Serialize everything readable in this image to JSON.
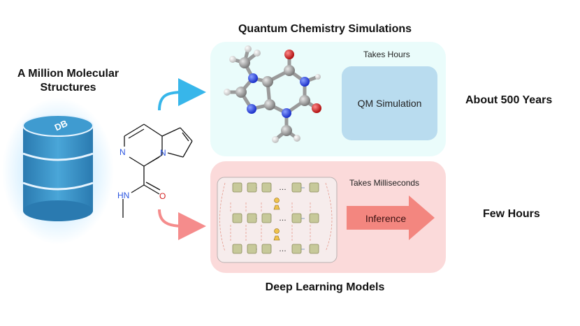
{
  "headings": {
    "left": "A Million Molecular Structures",
    "top": "Quantum Chemistry Simulations",
    "bottom": "Deep Learning Models"
  },
  "database": {
    "label": "DB",
    "icon": "database-icon"
  },
  "molecule": {
    "atoms": {
      "nitrogen_1": "N",
      "nitrogen_2": "N",
      "amide_n": "HN",
      "oxygen": "O"
    }
  },
  "qm_panel": {
    "time_label": "Takes Hours",
    "box_label": "QM Simulation"
  },
  "dl_panel": {
    "time_label": "Takes Milliseconds",
    "arrow_label": "Inference",
    "ellipsis": "…"
  },
  "results": {
    "qm": "About 500 Years",
    "dl": "Few Hours"
  },
  "colors": {
    "qm_arrow": "#37b6ea",
    "dl_arrow": "#f58c8c",
    "qm_panel": "#eafcfb",
    "dl_panel": "#fbdada",
    "qm_box": "#b9dcef",
    "inference_arrow": "#f3867f",
    "db_blue": "#2d7fb3",
    "nitrogen": "#2b55e0",
    "oxygen": "#d32222",
    "carbon": "#8a8a8a",
    "nn_cell": "#c7c99a"
  }
}
